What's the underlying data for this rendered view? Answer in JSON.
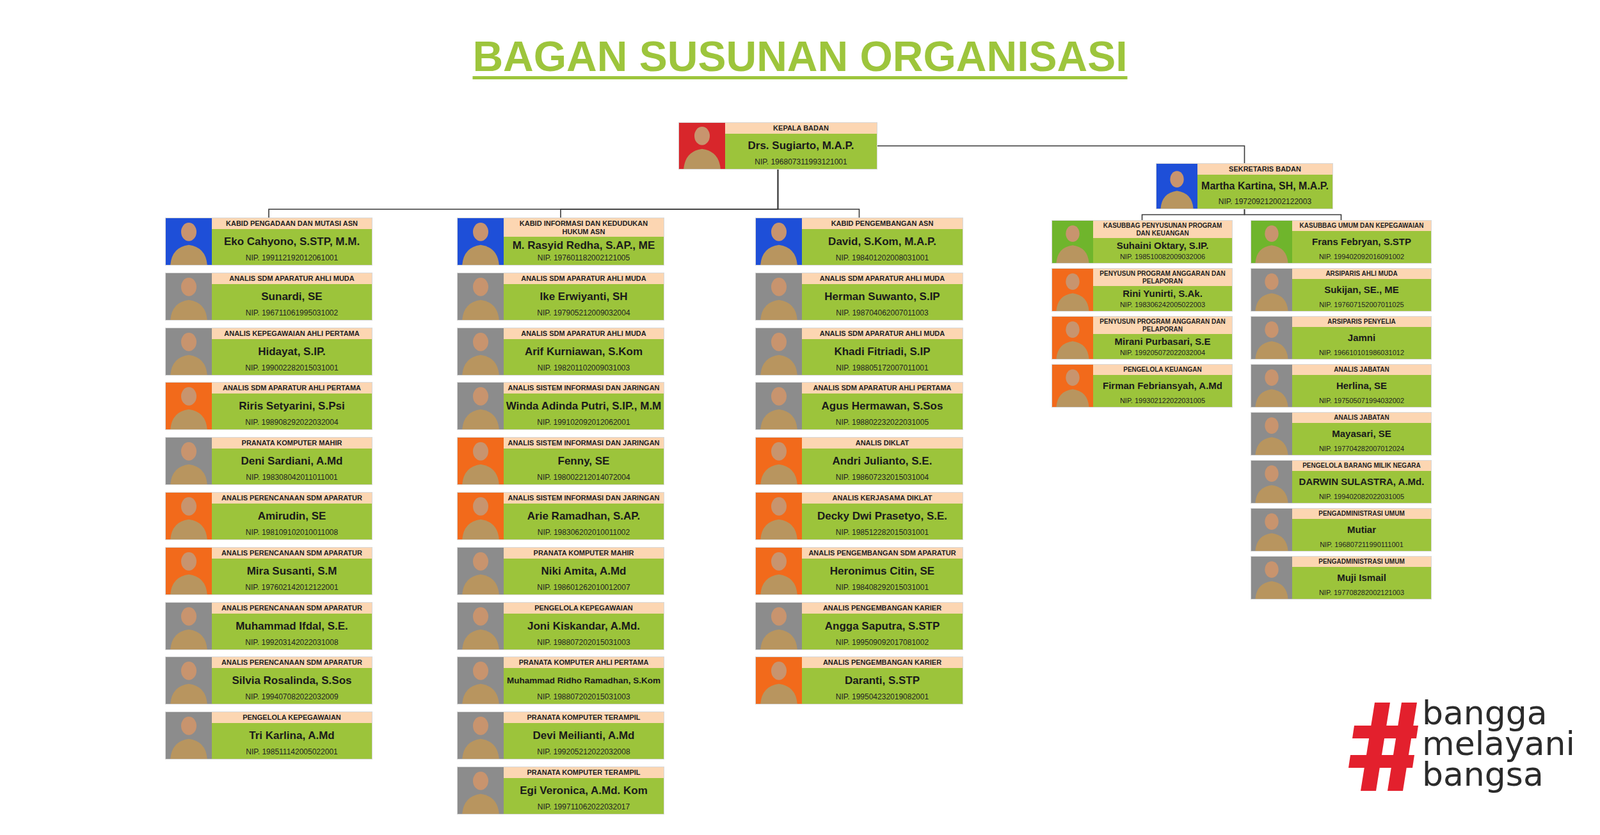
{
  "diagram": {
    "title": "BAGAN SUSUNAN ORGANISASI",
    "nodes": [
      {
        "text": [
          "KEPALA BADAN",
          "Drs. Sugiarto, M.A.P.",
          "NIP. 196807311993121001"
        ]
      },
      {
        "text": [
          "SEKRETARIS BADAN",
          "Martha Kartina, SH, M.A.P.",
          "NIP. 197209212002122003"
        ]
      },
      {
        "text": [
          "KABID PENGADAAN DAN MUTASI ASN",
          "Eko Cahyono, S.STP, M.M.",
          "NIP. 199112192012061001"
        ]
      },
      {
        "text": [
          "ANALIS SDM APARATUR AHLI MUDA",
          "Sunardi, SE",
          "NIP. 196711061995031002"
        ]
      },
      {
        "text": [
          "ANALIS KEPEGAWAIAN AHLI PERTAMA",
          "Hidayat, S.IP.",
          "NIP. 199002282015031001"
        ]
      },
      {
        "text": [
          "ANALIS SDM APARATUR AHLI PERTAMA",
          "Riris Setyarini, S.Psi",
          "NIP. 198908292022032004"
        ]
      },
      {
        "text": [
          "PRANATA KOMPUTER MAHIR",
          "Deni Sardiani, A.Md",
          "NIP. 198308042011011001"
        ]
      },
      {
        "text": [
          "ANALIS PERENCANAAN SDM APARATUR",
          "Amirudin, SE",
          "NIP. 198109102010011008"
        ]
      },
      {
        "text": [
          "ANALIS PERENCANAAN SDM APARATUR",
          "Mira Susanti, S.M",
          "NIP. 197602142012122001"
        ]
      },
      {
        "text": [
          "ANALIS PERENCANAAN SDM APARATUR",
          "Muhammad Ifdal, S.E.",
          "NIP. 199203142022031008"
        ]
      },
      {
        "text": [
          "ANALIS PERENCANAAN SDM APARATUR",
          "Silvia Rosalinda, S.Sos",
          "NIP. 199407082022032009"
        ]
      },
      {
        "text": [
          "PENGELOLA KEPEGAWAIAN",
          "Tri Karlina, A.Md",
          "NIP. 198511142005022001"
        ]
      },
      {
        "text": [
          "KABID INFORMASI DAN KEDUDUKAN HUKUM ASN",
          "M. Rasyid Redha, S.AP., ME",
          "NIP. 197601182002121005"
        ]
      },
      {
        "text": [
          "ANALIS SDM APARATUR AHLI MUDA",
          "Ike Erwiyanti, SH",
          "NIP. 197905212009032004"
        ]
      },
      {
        "text": [
          "ANALIS SDM APARATUR AHLI MUDA",
          "Arif Kurniawan, S.Kom",
          "NIP. 198201102009031003"
        ]
      },
      {
        "text": [
          "ANALIS SISTEM INFORMASI DAN JARINGAN",
          "Winda Adinda Putri, S.IP., M.M",
          "NIP. 199102092012062001"
        ]
      },
      {
        "text": [
          "ANALIS SISTEM INFORMASI DAN JARINGAN",
          "Fenny, SE",
          "NIP. 198002212014072004"
        ]
      },
      {
        "text": [
          "ANALIS SISTEM INFORMASI DAN JARINGAN",
          "Arie Ramadhan, S.AP.",
          "NIP. 198306202010011002"
        ]
      },
      {
        "text": [
          "PRANATA KOMPUTER MAHIR",
          "Niki Amita, A.Md",
          "NIP. 198601262010012007"
        ]
      },
      {
        "text": [
          "PENGELOLA KEPEGAWAIAN",
          "Joni Kiskandar, A.Md.",
          "NIP. 198807202015031003"
        ]
      },
      {
        "text": [
          "PRANATA KOMPUTER AHLI PERTAMA",
          "Muhammad Ridho Ramadhan, S.Kom",
          "NIP. 198807202015031003"
        ]
      },
      {
        "text": [
          "PRANATA KOMPUTER TERAMPIL",
          "Devi Meilianti, A.Md",
          "NIP. 199205212022032008"
        ]
      },
      {
        "text": [
          "PRANATA KOMPUTER TERAMPIL",
          "Egi Veronica, A.Md. Kom",
          "NIP. 199711062022032017"
        ]
      },
      {
        "text": [
          "KABID PENGEMBANGAN ASN",
          "David, S.Kom, M.A.P.",
          "NIP. 198401202008031001"
        ]
      },
      {
        "text": [
          "ANALIS SDM APARATUR AHLI MUDA",
          "Herman Suwanto, S.IP",
          "NIP. 198704062007011003"
        ]
      },
      {
        "text": [
          "ANALIS SDM APARATUR AHLI MUDA",
          "Khadi Fitriadi, S.IP",
          "NIP. 198805172007011001"
        ]
      },
      {
        "text": [
          "ANALIS SDM APARATUR AHLI PERTAMA",
          "Agus Hermawan, S.Sos",
          "NIP. 198802232022031005"
        ]
      },
      {
        "text": [
          "ANALIS DIKLAT",
          "Andri Julianto, S.E.",
          "NIP. 198607232015031004"
        ]
      },
      {
        "text": [
          "ANALIS KERJASAMA DIKLAT",
          "Decky Dwi Prasetyo, S.E.",
          "NIP. 198512282015031001"
        ]
      },
      {
        "text": [
          "ANALIS PENGEMBANGAN SDM APARATUR",
          "Heronimus Citin, SE",
          "NIP. 198408292015031001"
        ]
      },
      {
        "text": [
          "ANALIS PENGEMBANGAN KARIER",
          "Angga Saputra, S.STP",
          "NIP. 199509092017081002"
        ]
      },
      {
        "text": [
          "ANALIS PENGEMBANGAN KARIER",
          "Daranti, S.STP",
          "NIP. 199504232019082001"
        ]
      },
      {
        "text": [
          "KASUBBAG PENYUSUNAN PROGRAM DAN KEUANGAN",
          "Suhaini Oktary, S.IP.",
          "NIP. 198510082009032006"
        ]
      },
      {
        "text": [
          "PENYUSUN PROGRAM ANGGARAN DAN PELAPORAN",
          "Rini Yunirti, S.Ak.",
          "NIP. 198306242005022003"
        ]
      },
      {
        "text": [
          "PENYUSUN PROGRAM ANGGARAN DAN PELAPORAN",
          "Mirani Purbasari, S.E",
          "NIP. 199205072022032004"
        ]
      },
      {
        "text": [
          "PENGELOLA KEUANGAN",
          "Firman Febriansyah, A.Md",
          "NIP. 199302122022031005"
        ]
      },
      {
        "text": [
          "KASUBBAG UMUM DAN KEPEGAWAIAN",
          "Frans Febryan, S.STP",
          "NIP. 199402092016091002"
        ]
      },
      {
        "text": [
          "ARSIPARIS AHLI MUDA",
          "Sukijan, SE., ME",
          "NIP. 197607152007011025"
        ]
      },
      {
        "text": [
          "ARSIPARIS PENYELIA",
          "Jamni",
          "NIP. 196610101986031012"
        ]
      },
      {
        "text": [
          "ANALIS JABATAN",
          "Herlina, SE",
          "NIP. 197505071994032002"
        ]
      },
      {
        "text": [
          "ANALIS JABATAN",
          "Mayasari, SE",
          "NIP. 197704282007012024"
        ]
      },
      {
        "text": [
          "PENGELOLA BARANG MILIK NEGARA",
          "DARWIN SULASTRA, A.Md.",
          "NIP. 199402082022031005"
        ]
      },
      {
        "text": [
          "PENGADMINISTRASI UMUM",
          "Mutiar",
          "NIP. 196807211990111001"
        ]
      },
      {
        "text": [
          "PENGADMINISTRASI UMUM",
          "Muji Ismail",
          "NIP. 197708282002121003"
        ]
      }
    ],
    "edges": [
      {
        "from": 0,
        "to": 2,
        "arrow": "none"
      },
      {
        "from": 0,
        "to": 12,
        "arrow": "none"
      },
      {
        "from": 0,
        "to": 23,
        "arrow": "none"
      },
      {
        "from": 0,
        "to": 1,
        "arrow": "none"
      },
      {
        "from": 1,
        "to": 32,
        "arrow": "none"
      },
      {
        "from": 1,
        "to": 36,
        "arrow": "none"
      }
    ],
    "labels": [
      "bangga",
      "melayani",
      "bangsa"
    ]
  }
}
